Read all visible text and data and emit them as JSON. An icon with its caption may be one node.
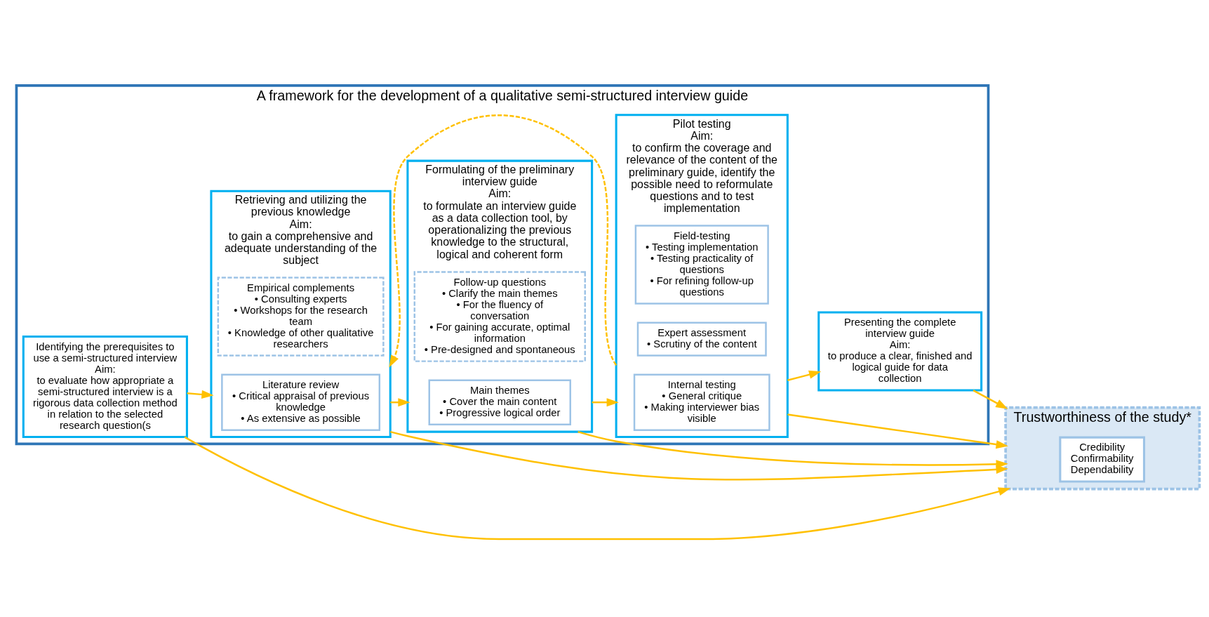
{
  "diagram": {
    "nodes": [
      {
        "text": [
          "A framework for the development of a qualitative semi-structured interview guide"
        ]
      },
      {
        "text": [
          "Identifying the prerequisites to use a semi-structured interview",
          "Aim:",
          "to evaluate how appropriate a semi-structured interview is a rigorous data collection method in relation to the selected research question(s"
        ],
        "in": 0
      },
      {
        "text": [
          "Retrieving and utilizing the previous knowledge",
          "Aim:",
          "to gain a comprehensive and adequate understanding of the subject"
        ],
        "in": 0
      },
      {
        "text": [
          "Literature review",
          "• Critical appraisal of previous knowledge",
          "• As extensive as possible"
        ],
        "in": 2
      },
      {
        "text": [
          "Empirical complements",
          "• Consulting experts",
          "• Workshops for the research team",
          "• Knowledge of other qualitative researchers"
        ],
        "in": 2
      },
      {
        "text": [
          "Formulating of the preliminary interview guide",
          "Aim:",
          "to formulate an interview guide as a data collection tool, by operationalizing the previous knowledge to the structural, logical and coherent form"
        ],
        "in": 0
      },
      {
        "text": [
          "Main themes",
          "• Cover the main content",
          "• Progressive logical order"
        ],
        "in": 5
      },
      {
        "text": [
          "Follow-up questions",
          "• Clarify the main themes",
          "• For the fluency of conversation",
          "• For gaining accurate, optimal information",
          "• Pre-designed and spontaneous"
        ],
        "in": 5
      },
      {
        "text": [
          "Pilot testing",
          "Aim:",
          "to confirm the coverage and relevance of the content of the preliminary guide, identify the possible need to reformulate questions and to test implementation"
        ],
        "in": 0
      },
      {
        "text": [
          "Internal testing",
          "• General critique",
          "• Making interviewer bias visible"
        ],
        "in": 8
      },
      {
        "text": [
          "Expert assessment",
          "• Scrutiny of the content"
        ],
        "in": 8
      },
      {
        "text": [
          "Field-testing",
          "• Testing implementation",
          "• Testing practicality of questions",
          "• For refining follow-up questions"
        ],
        "in": 8
      },
      {
        "text": [
          "Presenting the complete interview guide",
          "Aim:",
          "to produce a clear, finished and logical guide for data collection"
        ],
        "in": 0
      },
      {
        "text": [
          "Trustworthiness of the study*"
        ]
      },
      {
        "text": [
          "Credibility",
          "Confirmability",
          "Dependability"
        ],
        "in": 13
      }
    ],
    "edges": [
      {
        "from": 1,
        "to": 2,
        "arrow": "to"
      },
      {
        "from": 2,
        "to": 5,
        "arrow": "to"
      },
      {
        "from": 5,
        "to": 8,
        "arrow": "to"
      },
      {
        "from": 8,
        "to": 12,
        "arrow": "to"
      },
      {
        "from": 1,
        "to": 13,
        "arrow": "to"
      },
      {
        "from": 2,
        "to": 13,
        "arrow": "to"
      },
      {
        "from": 8,
        "to": 2,
        "arrow": "to",
        "style": "dashed"
      },
      {
        "from": 5,
        "to": 13,
        "arrow": "to"
      },
      {
        "from": 8,
        "to": 13,
        "arrow": "to"
      },
      {
        "from": 12,
        "to": 13,
        "arrow": "to"
      }
    ]
  }
}
